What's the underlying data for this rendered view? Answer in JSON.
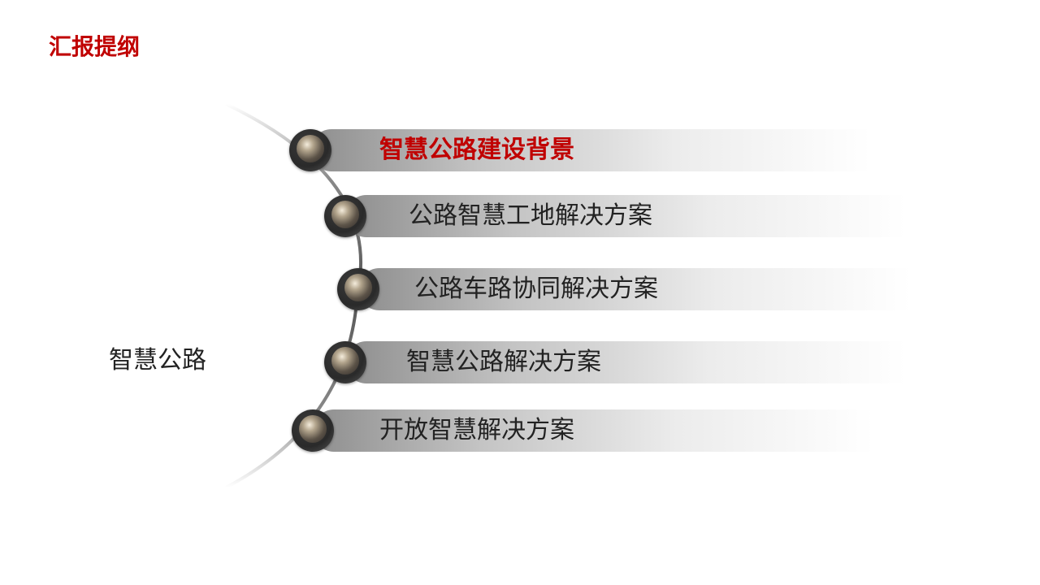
{
  "title": "汇报提纲",
  "center_label": "智慧公路",
  "accent_color": "#c00000",
  "items": [
    {
      "label": "智慧公路建设背景",
      "active": true
    },
    {
      "label": "公路智慧工地解决方案",
      "active": false
    },
    {
      "label": "公路车路协同解决方案",
      "active": false
    },
    {
      "label": "智慧公路解决方案",
      "active": false
    },
    {
      "label": "开放智慧解决方案",
      "active": false
    }
  ]
}
